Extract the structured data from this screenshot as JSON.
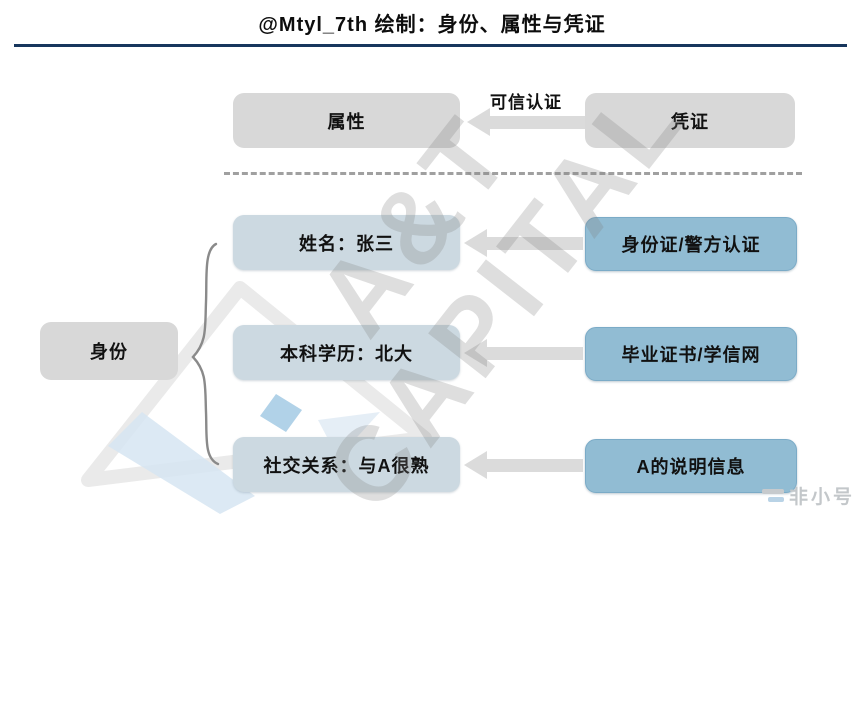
{
  "title": "@Mtyl_7th 绘制：身份、属性与凭证",
  "top_row": {
    "left_label": "属性",
    "arrow_label": "可信认证",
    "right_label": "凭证"
  },
  "identity": {
    "label": "身份"
  },
  "rows": [
    {
      "attribute": "姓名：张三",
      "credential": "身份证/警方认证"
    },
    {
      "attribute": "本科学历：北大",
      "credential": "毕业证书/学信网"
    },
    {
      "attribute": "社交关系：与A很熟",
      "credential": "A的说明信息"
    }
  ],
  "watermark": {
    "line1": "A&T",
    "line2": "CAPITAL",
    "corner": "非小号"
  },
  "colors": {
    "title_rule": "#17365d",
    "gray_box": "#d8d8d8",
    "attribute_box": "#ccd9e1",
    "credential_box": "#91bcd3",
    "arrow": "#dbdbdb",
    "dashed_divider": "#a0a0a0"
  }
}
